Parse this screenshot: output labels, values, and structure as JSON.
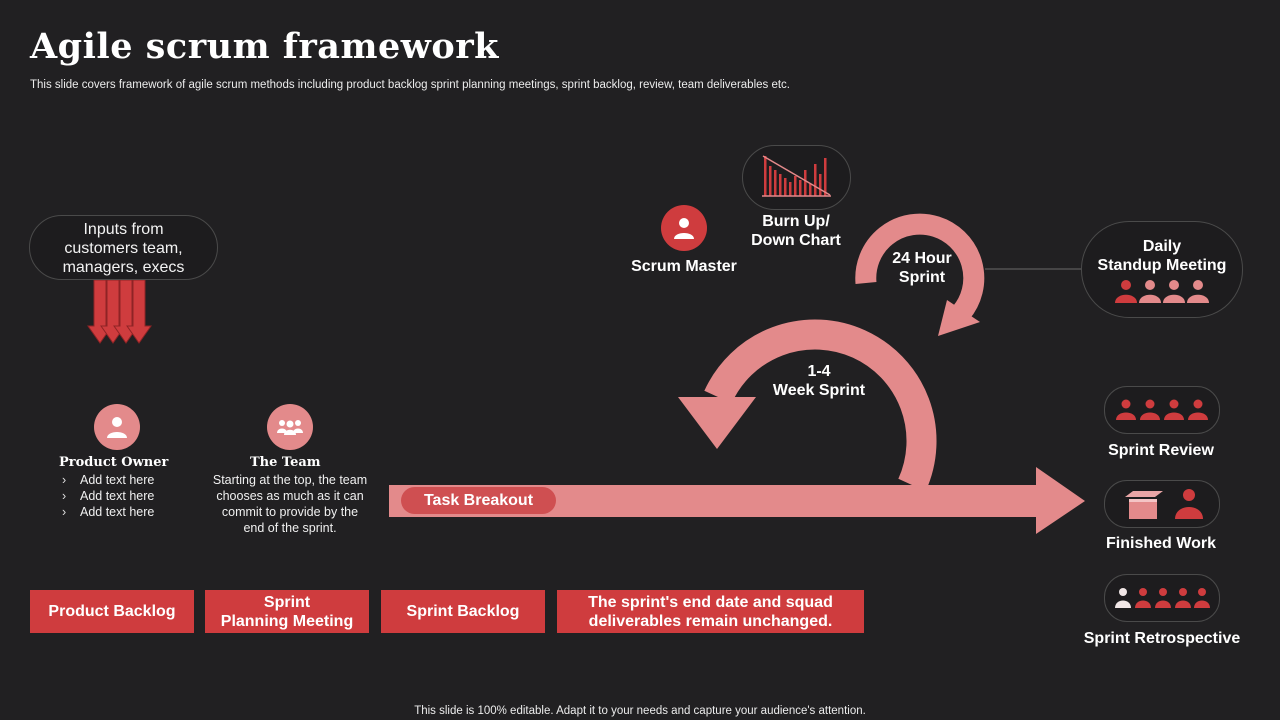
{
  "slide": {
    "title": "Agile scrum framework",
    "subtitle": "This slide covers framework of agile scrum methods including product backlog sprint planning meetings, sprint backlog, review, team deliverables etc.",
    "footer": "This slide is 100% editable. Adapt it to your needs and capture your audience's attention."
  },
  "inputs": {
    "line1": "Inputs  from",
    "line2": "customers team,",
    "line3": "managers, execs"
  },
  "product_owner": {
    "heading": "Product Owner",
    "bullets": [
      "Add text here",
      "Add text here",
      "Add text here"
    ]
  },
  "team": {
    "heading": "The Team",
    "lines": [
      "Starting at the top, the team",
      "chooses as much as it can",
      "commit to provide  by the",
      "end of the sprint."
    ]
  },
  "bottom_boxes": {
    "product_backlog": "Product Backlog",
    "sprint_planning_1": "Sprint",
    "sprint_planning_2": "Planning Meeting",
    "sprint_backlog": "Sprint Backlog",
    "note_1": "The sprint's end date and squad",
    "note_2": "deliverables remain unchanged."
  },
  "task_breakout": "Task  Breakout",
  "week_sprint": {
    "line1": "1-4",
    "line2": "Week Sprint"
  },
  "hour_sprint": {
    "line1": "24 Hour",
    "line2": "Sprint"
  },
  "scrum_master": "Scrum Master",
  "burn_chart": {
    "line1": "Burn Up/",
    "line2": "Down Chart"
  },
  "daily_standup": {
    "line1": "Daily",
    "line2": "Standup Meeting"
  },
  "sprint_review": "Sprint Review",
  "finished_work": "Finished Work",
  "sprint_retrospective": "Sprint Retrospective",
  "colors": {
    "background": "#212022",
    "red": "#cf3c3e",
    "pink": "#e38a8b",
    "text": "#ffffff"
  },
  "icons": [
    "user-icon",
    "group-icon",
    "bar-chart-icon",
    "people-icon",
    "box-icon"
  ]
}
